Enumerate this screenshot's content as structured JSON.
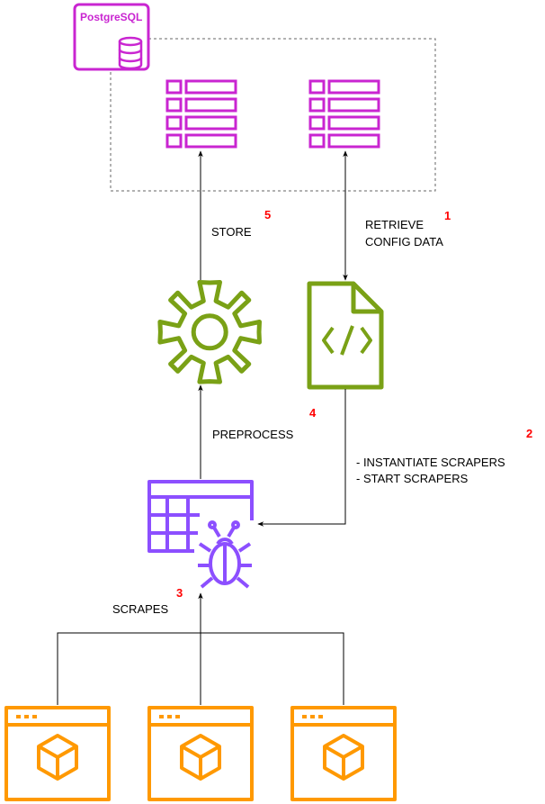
{
  "database": {
    "name": "PostgreSQL"
  },
  "steps": [
    {
      "number": "1",
      "label_lines": [
        "RETRIEVE",
        "CONFIG DATA"
      ]
    },
    {
      "number": "2",
      "label_lines": [
        "- INSTANTIATE SCRAPERS",
        "- START SCRAPERS"
      ]
    },
    {
      "number": "3",
      "label_lines": [
        "SCRAPES"
      ]
    },
    {
      "number": "4",
      "label_lines": [
        "PREPROCESS"
      ]
    },
    {
      "number": "5",
      "label_lines": [
        "STORE"
      ]
    }
  ],
  "colors": {
    "database": "#C925D1",
    "processing": "#7AA116",
    "scraper": "#8C4FFF",
    "source": "#FF9900",
    "step_number": "#FF0000",
    "arrow": "#000000",
    "group_border": "#666666"
  },
  "icons": [
    "database-icon",
    "table-icon",
    "gear-icon",
    "code-file-icon",
    "scraper-bug-icon",
    "web-source-icon"
  ]
}
